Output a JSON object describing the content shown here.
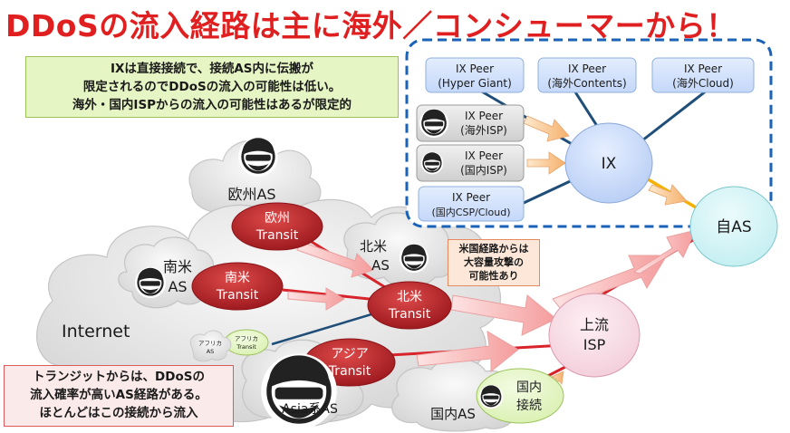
{
  "title": "DDoSの流入経路は主に海外／コンシューマーから！",
  "notes": {
    "ix_note": [
      "IXは直接接続で、接続AS内に伝搬が",
      "限定されるのでDDoSの流入の可能性は低い。",
      "海外・国内ISPからの流入の可能性はあるが限定的"
    ],
    "us_note": [
      "米国経路からは",
      "大容量攻撃の",
      "可能性あり"
    ],
    "transit_note": [
      "トランジットからは、DDoSの",
      "流入確率が高いAS経路がある。",
      "ほとんどはこの接続から流入"
    ]
  },
  "ix_panel": {
    "peers": {
      "hyper_giant": [
        "IX Peer",
        "(Hyper Giant)"
      ],
      "overseas_contents": [
        "IX Peer",
        "(海外Contents)"
      ],
      "overseas_cloud": [
        "IX Peer",
        "(海外Cloud)"
      ],
      "overseas_isp": [
        "IX Peer",
        "(海外ISP)"
      ],
      "domestic_isp": [
        "IX Peer",
        "(国内ISP)"
      ],
      "domestic_csp": [
        "IX Peer",
        "(国内CSP/Cloud)"
      ]
    },
    "ix": "IX"
  },
  "nodes": {
    "self_as": "自AS",
    "upstream_isp": [
      "上流",
      "ISP"
    ],
    "domestic_connection": [
      "国内",
      "接続"
    ],
    "eu_transit": [
      "欧州",
      "Transit"
    ],
    "sa_transit": [
      "南米",
      "Transit"
    ],
    "na_transit": [
      "北米",
      "Transit"
    ],
    "asia_transit": [
      "アジア",
      "Transit"
    ],
    "africa_transit": [
      "アフリカ",
      "Transit"
    ],
    "africa_as": [
      "アフリカ",
      "AS"
    ]
  },
  "clouds": {
    "internet": "Internet",
    "eu_as": "欧州AS",
    "na_as": [
      "北米",
      "AS"
    ],
    "sa_as": [
      "南米",
      "AS"
    ],
    "asia_as": "Asia系AS",
    "domestic_as": "国内AS"
  },
  "colors": {
    "title": "#e02020",
    "transit_red": "#c0282e",
    "ix_blue": "#cfe0fb",
    "dashed_border": "#1a62b8",
    "self_as": "#d4f3f5",
    "upstream": "#f9dde6",
    "domestic": "#e4f6c2",
    "arrow_pink": "#f8c0c0",
    "arrow_orange": "#f5b25a"
  },
  "icons": [
    "hacker-icon"
  ]
}
